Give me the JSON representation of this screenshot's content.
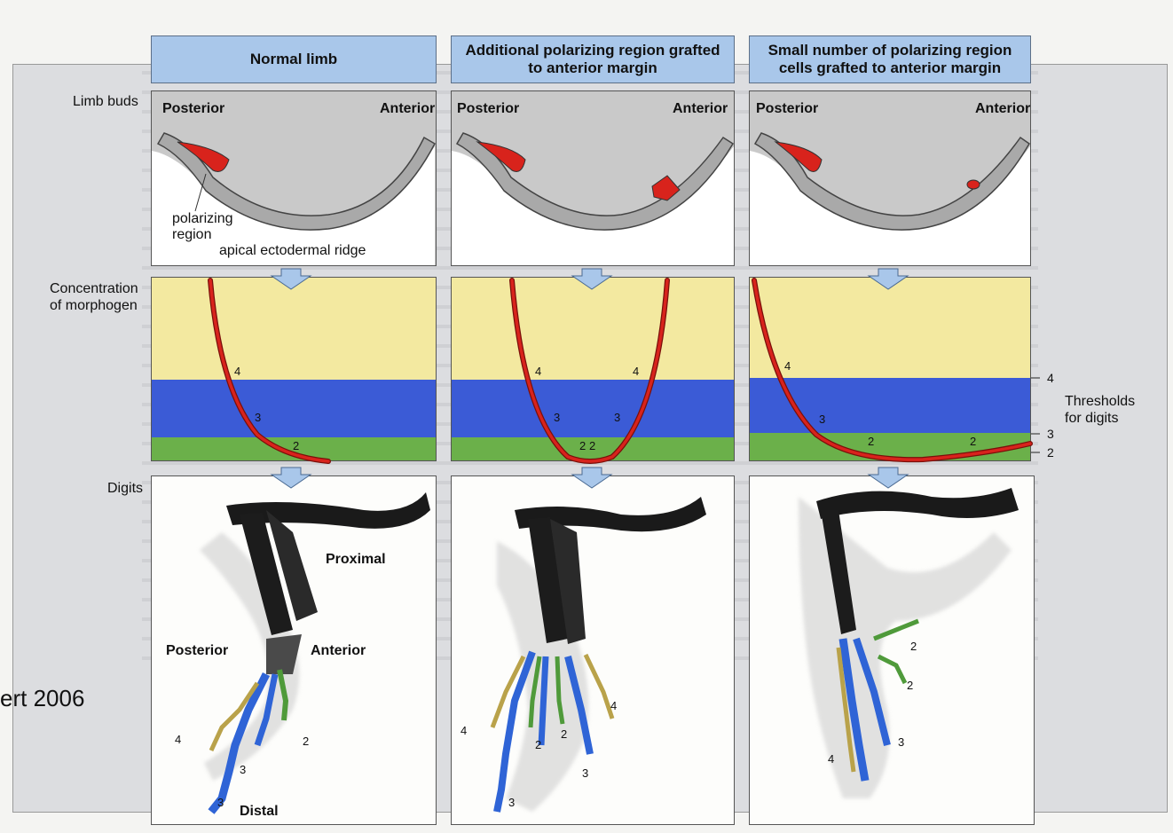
{
  "columns": [
    {
      "title": "Normal limb",
      "posterior": "Posterior",
      "anterior": "Anterior"
    },
    {
      "title": "Additional polarizing region grafted to anterior margin",
      "posterior": "Posterior",
      "anterior": "Anterior"
    },
    {
      "title": "Small number of polarizing region cells grafted to anterior margin",
      "posterior": "Posterior",
      "anterior": "Anterior"
    }
  ],
  "row_labels": {
    "limb_buds": "Limb buds",
    "concentration": "Concentration of morphogen",
    "digits": "Digits"
  },
  "annotations": {
    "polarizing_region": "polarizing region",
    "apical_ridge": "apical ectodermal ridge",
    "thresholds": "Thresholds for digits",
    "proximal": "Proximal",
    "distal": "Distal",
    "posterior": "Posterior",
    "anterior": "Anterior",
    "citation": "ert 2006"
  },
  "threshold_ticks": [
    "4",
    "3",
    "2"
  ],
  "curve_labels": {
    "col1": [
      "4",
      "3",
      "2"
    ],
    "col2": [
      "4",
      "3",
      "2",
      "2",
      "3",
      "4"
    ],
    "col3": [
      "4",
      "3",
      "2",
      "2"
    ]
  },
  "digit_labels": {
    "col1": [
      "4",
      "3",
      "2",
      "3"
    ],
    "col2": [
      "4",
      "2",
      "2",
      "3",
      "4",
      "3"
    ],
    "col3": [
      "4",
      "3",
      "2",
      "2"
    ]
  },
  "colors": {
    "header": "#a9c7ea",
    "yellow": "#f3e9a0",
    "blue": "#3b5bd6",
    "green": "#6bb04a",
    "curve": "#d8231c",
    "arrow": "#a9c7ea",
    "bud": "#c9c9c9"
  },
  "icons": [
    "down-arrow-icon"
  ]
}
